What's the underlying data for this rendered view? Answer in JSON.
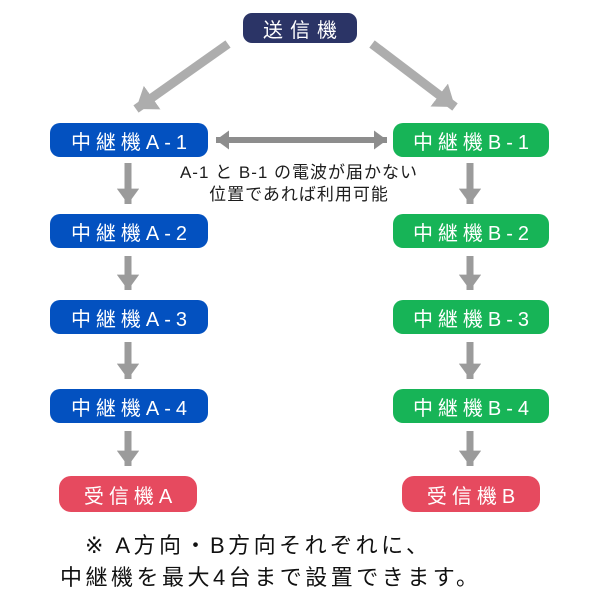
{
  "transmitter": {
    "label": "送信機"
  },
  "chain_a": {
    "nodes": [
      "中継機A-1",
      "中継機A-2",
      "中継機A-3",
      "中継機A-4"
    ],
    "receiver": "受信機A"
  },
  "chain_b": {
    "nodes": [
      "中継機B-1",
      "中継機B-2",
      "中継機B-3",
      "中継機B-4"
    ],
    "receiver": "受信機B"
  },
  "annotation": {
    "line1": "A-1 と B-1 の電波が届かない",
    "line2": "位置であれば利用可能"
  },
  "footnote": {
    "line1": "※ A方向・B方向それぞれに、",
    "line2": "中継機を最大4台まで設置できます。"
  },
  "colors": {
    "transmitter_navy": "#2b3466",
    "relay_a_blue": "#0351c0",
    "relay_b_green": "#17b457",
    "receiver_pink": "#e64a5f",
    "arrow_gray": "#9b9b9b",
    "diagonal_arrow_gray": "#adadad",
    "double_arrow_gray": "#8d8d8d",
    "text_black": "#111111",
    "background": "#ffffff"
  }
}
